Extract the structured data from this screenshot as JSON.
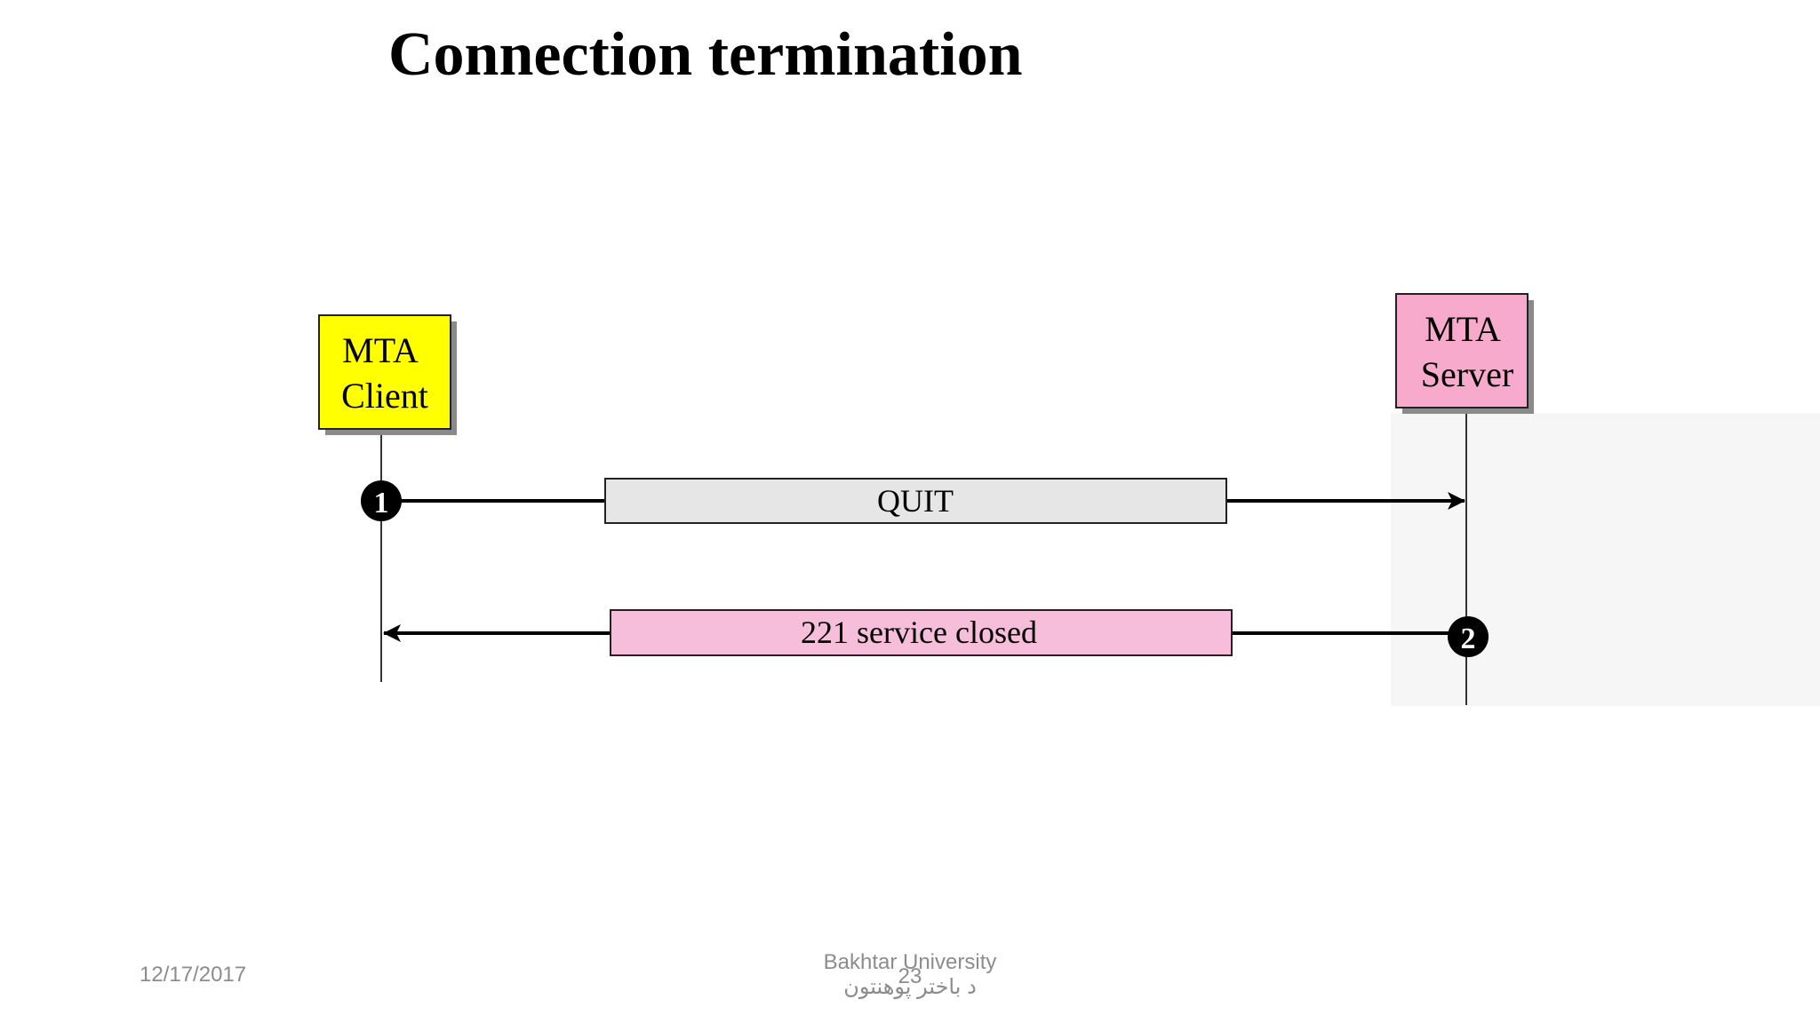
{
  "slide": {
    "title": "Connection termination"
  },
  "diagram": {
    "client": {
      "line1": "MTA",
      "line2": "Client",
      "color": "#ffff00"
    },
    "server": {
      "line1": "MTA",
      "line2": "Server",
      "color": "#f7aacb"
    },
    "messages": [
      {
        "step": "1",
        "label": "QUIT",
        "direction": "client-to-server",
        "color": "#e6e6e6"
      },
      {
        "step": "2",
        "label": "221 service closed",
        "direction": "server-to-client",
        "color": "#f7bedb"
      }
    ]
  },
  "footer": {
    "date": "12/17/2017",
    "institution": "Bakhtar University",
    "institution_local": "د باختر پوهنتون",
    "page_number": "23"
  }
}
